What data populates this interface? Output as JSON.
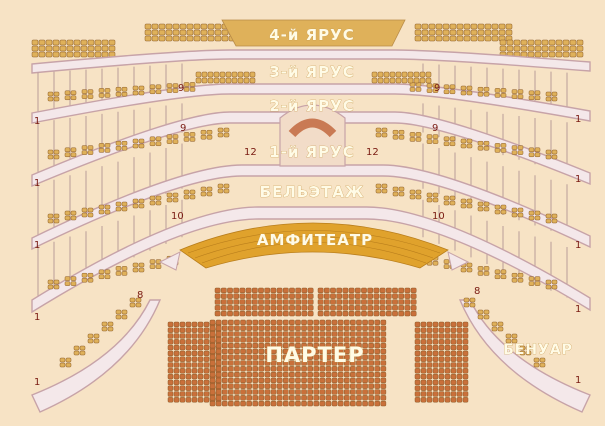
{
  "zones": {
    "tier4": "4-й ЯРУС",
    "tier3": "3-й ЯРУС",
    "tier2": "2-й ЯРУС",
    "tier1": "1-й ЯРУС",
    "beletage": "БЕЛЬЭТАЖ",
    "amphitheatre": "АМФИТЕАТР",
    "parterre": "ПАРТЕР",
    "benoir": "БЕНУАР"
  },
  "box_numbers": {
    "tier3_left": "9",
    "tier3_right": "9",
    "tier2_left": "9",
    "tier2_right": "9",
    "tier1_left": "12",
    "tier1_right": "12",
    "beletage_left": "10",
    "beletage_right": "10",
    "benoir_left": "8",
    "benoir_right": "8",
    "edge_first": "1"
  },
  "colors": {
    "background": "#f7e3c5",
    "parterre_seat": "#c9703a",
    "amphitheatre_seat": "#e0a22c",
    "box_seat": "#dfb15a",
    "tier_rail": "#f4e8ea",
    "box_number": "#7a1b12"
  }
}
